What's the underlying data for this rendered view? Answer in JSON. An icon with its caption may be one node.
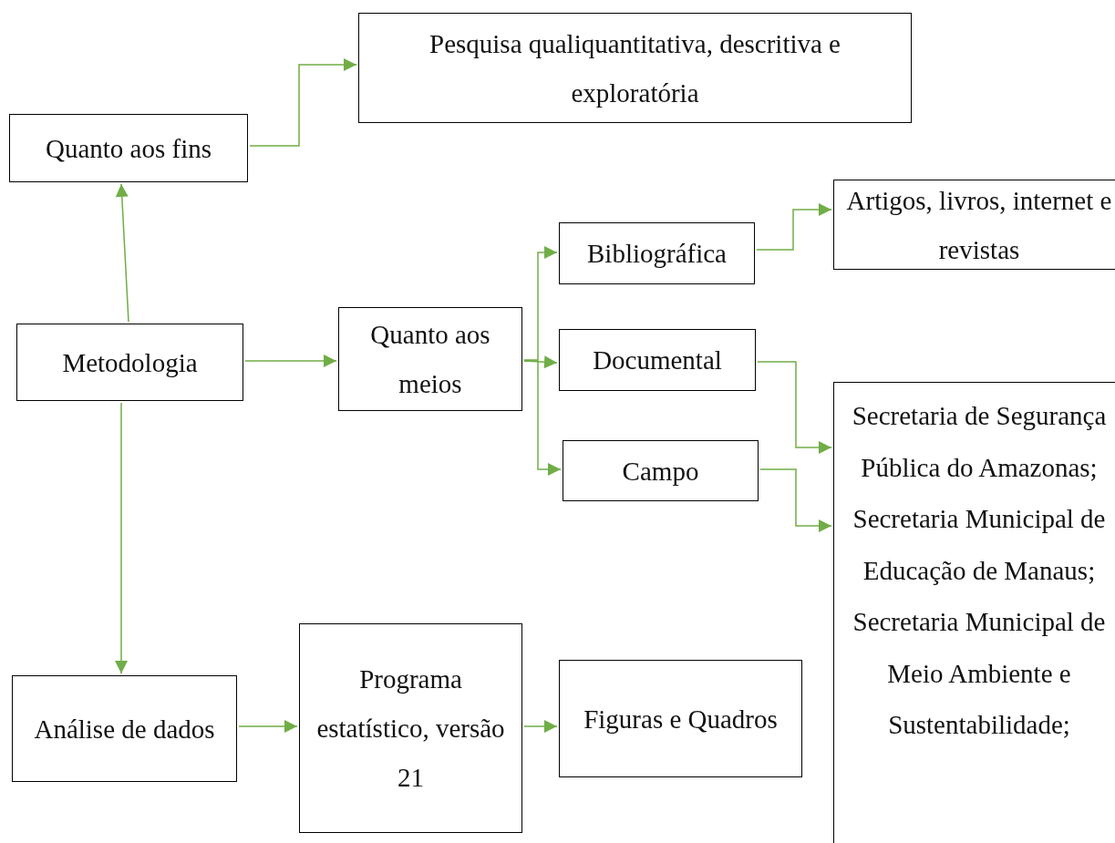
{
  "diagram": {
    "nodes": [
      {
        "text": [
          "Quanto aos fins"
        ]
      },
      {
        "text": [
          "Pesquisa qualiquantitativa, descritiva e exploratória"
        ]
      },
      {
        "text": [
          "Metodologia"
        ]
      },
      {
        "text": [
          "Quanto aos meios"
        ]
      },
      {
        "text": [
          "Bibliográfica"
        ]
      },
      {
        "text": [
          "Artigos, livros, internet e revistas"
        ]
      },
      {
        "text": [
          "Documental"
        ]
      },
      {
        "text": [
          "Campo"
        ]
      },
      {
        "text": [
          "Secretaria de Segurança Pública do Amazonas; Secretaria Municipal de Educação de Manaus; Secretaria Municipal de Meio Ambiente e Sustentabilidade;"
        ]
      },
      {
        "text": [
          "Análise de dados"
        ]
      },
      {
        "text": [
          "Programa estatístico, versão 21"
        ]
      },
      {
        "text": [
          "Figuras e Quadros"
        ]
      }
    ],
    "edges": [
      {
        "from": 0,
        "to": 1,
        "arrow": "to"
      },
      {
        "from": 2,
        "to": 0,
        "arrow": "to"
      },
      {
        "from": 2,
        "to": 3,
        "arrow": "to"
      },
      {
        "from": 2,
        "to": 9,
        "arrow": "to"
      },
      {
        "from": 3,
        "to": 4,
        "arrow": "to"
      },
      {
        "from": 3,
        "to": 6,
        "arrow": "to"
      },
      {
        "from": 3,
        "to": 7,
        "arrow": "to"
      },
      {
        "from": 4,
        "to": 5,
        "arrow": "to"
      },
      {
        "from": 6,
        "to": 8,
        "arrow": "to"
      },
      {
        "from": 7,
        "to": 8,
        "arrow": "to"
      },
      {
        "from": 9,
        "to": 10,
        "arrow": "to"
      },
      {
        "from": 10,
        "to": 11,
        "arrow": "to"
      }
    ]
  }
}
